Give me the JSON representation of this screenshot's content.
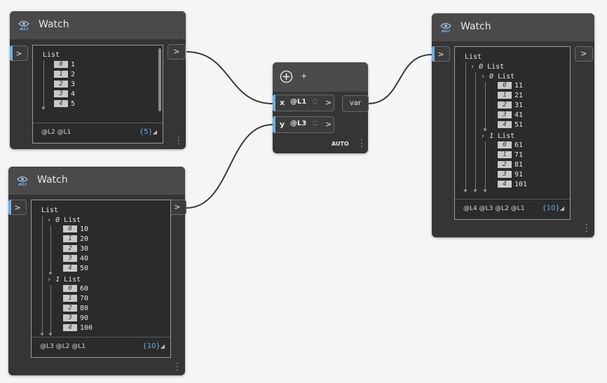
{
  "colors": {
    "canvas": "#f5f5f5",
    "node_body": "#353535",
    "node_header": "#4a4a4a",
    "accent": "#6ab0e0",
    "wire": "#3a3a3a"
  },
  "watch1": {
    "title": "Watch",
    "icon": "watch-icon",
    "port_in": ">",
    "port_out": ">",
    "root": "List",
    "items": [
      {
        "i": "0",
        "v": "1"
      },
      {
        "i": "1",
        "v": "2"
      },
      {
        "i": "2",
        "v": "3"
      },
      {
        "i": "3",
        "v": "4"
      },
      {
        "i": "4",
        "v": "5"
      }
    ],
    "levels": "@L2 @L1",
    "count": "{5}"
  },
  "watch2": {
    "title": "Watch",
    "icon": "watch-icon",
    "port_in": ">",
    "port_out": ">",
    "root": "List",
    "sub0": {
      "index": "0",
      "label": "List",
      "items": [
        {
          "i": "0",
          "v": "10"
        },
        {
          "i": "1",
          "v": "20"
        },
        {
          "i": "2",
          "v": "30"
        },
        {
          "i": "3",
          "v": "40"
        },
        {
          "i": "4",
          "v": "50"
        }
      ]
    },
    "sub1": {
      "index": "1",
      "label": "List",
      "items": [
        {
          "i": "0",
          "v": "60"
        },
        {
          "i": "1",
          "v": "70"
        },
        {
          "i": "2",
          "v": "80"
        },
        {
          "i": "3",
          "v": "90"
        },
        {
          "i": "4",
          "v": "100"
        }
      ]
    },
    "levels": "@L3 @L2 @L1",
    "count": "{10}"
  },
  "code_block": {
    "add_icon": "plus-circle-icon",
    "add_label": "+",
    "inputs": [
      {
        "name": "x",
        "level": "@L1",
        "arrow": ">"
      },
      {
        "name": "y",
        "level": "@L3",
        "arrow": ">"
      }
    ],
    "output": "var",
    "lacing": "AUTO"
  },
  "watch3": {
    "title": "Watch",
    "icon": "watch-icon",
    "port_in": ">",
    "port_out": ">",
    "root": "List",
    "sub0": {
      "index": "0",
      "label": "List",
      "sub0": {
        "index": "0",
        "label": "List",
        "items": [
          {
            "i": "0",
            "v": "11"
          },
          {
            "i": "1",
            "v": "21"
          },
          {
            "i": "2",
            "v": "31"
          },
          {
            "i": "3",
            "v": "41"
          },
          {
            "i": "4",
            "v": "51"
          }
        ]
      },
      "sub1": {
        "index": "1",
        "label": "List",
        "items": [
          {
            "i": "0",
            "v": "61"
          },
          {
            "i": "1",
            "v": "71"
          },
          {
            "i": "2",
            "v": "81"
          },
          {
            "i": "3",
            "v": "91"
          },
          {
            "i": "4",
            "v": "101"
          }
        ]
      }
    },
    "levels": "@L4 @L3 @L2 @L1",
    "count": "{10}"
  }
}
